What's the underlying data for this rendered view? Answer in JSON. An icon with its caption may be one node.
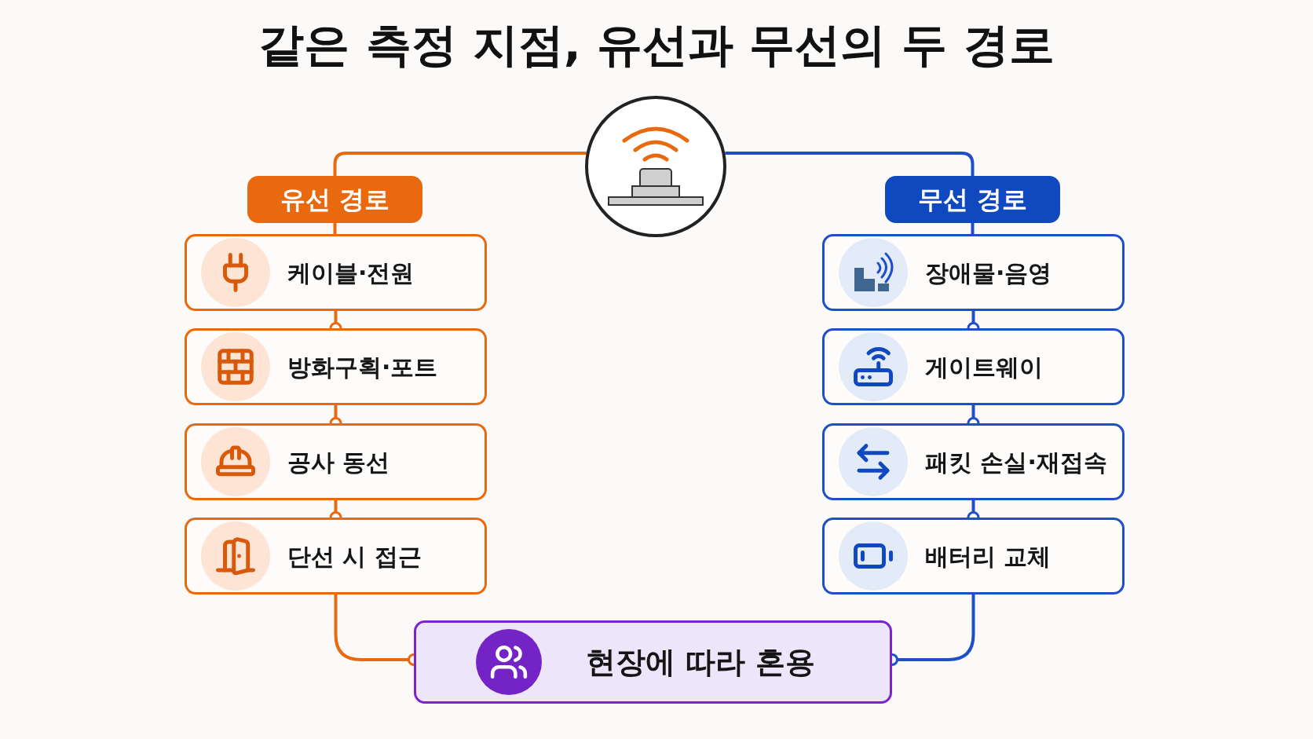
{
  "diagram": {
    "title": "같은 측정 지점, 유선과 무선의 두 경로",
    "nodes": [
      {
        "text": [],
        "shape": "circle"
      },
      {
        "text": [
          "유선 경로"
        ]
      },
      {
        "text": [
          "케이블·전원"
        ]
      },
      {
        "text": [
          "방화구획·포트"
        ]
      },
      {
        "text": [
          "공사 동선"
        ]
      },
      {
        "text": [
          "단선 시 접근"
        ]
      },
      {
        "text": [
          "무선 경로"
        ]
      },
      {
        "text": [
          "장애물·음영"
        ]
      },
      {
        "text": [
          "게이트웨이"
        ]
      },
      {
        "text": [
          "패킷 손실·재접속"
        ]
      },
      {
        "text": [
          "배터리 교체"
        ]
      },
      {
        "text": [
          "현장에 따라 혼용"
        ]
      }
    ],
    "edges": [
      {
        "from": 0,
        "to": 1,
        "arrow": "none",
        "color": "#e8690e"
      },
      {
        "from": 1,
        "to": 2,
        "arrow": "none",
        "color": "#e8690e"
      },
      {
        "from": 2,
        "to": 3,
        "arrow": "other",
        "color": "#e8690e"
      },
      {
        "from": 3,
        "to": 4,
        "arrow": "other",
        "color": "#e8690e"
      },
      {
        "from": 4,
        "to": 5,
        "arrow": "other",
        "color": "#e8690e"
      },
      {
        "from": 5,
        "to": 11,
        "arrow": "other",
        "color": "#e8690e"
      },
      {
        "from": 0,
        "to": 6,
        "arrow": "none",
        "color": "#1e4fc8"
      },
      {
        "from": 6,
        "to": 7,
        "arrow": "none",
        "color": "#1e4fc8"
      },
      {
        "from": 7,
        "to": 8,
        "arrow": "other",
        "color": "#1e4fc8"
      },
      {
        "from": 8,
        "to": 9,
        "arrow": "other",
        "color": "#1e4fc8"
      },
      {
        "from": 9,
        "to": 10,
        "arrow": "other",
        "color": "#1e4fc8"
      },
      {
        "from": 10,
        "to": 11,
        "arrow": "other",
        "color": "#1e4fc8"
      }
    ]
  }
}
